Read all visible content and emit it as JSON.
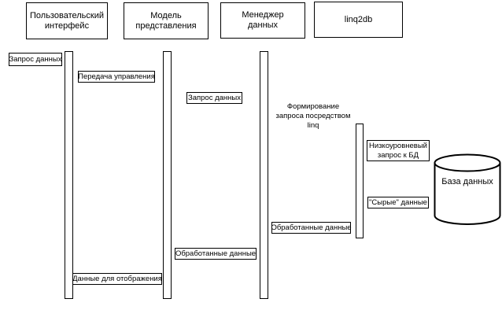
{
  "diagram": {
    "type": "uml-sequence-diagram",
    "background_color": "#ffffff",
    "stroke_color": "#000000",
    "shape_fill_color": "#ffffff",
    "actors": [
      {
        "label": "Пользовательский\nинтерфейс"
      },
      {
        "label": "Модель\nпредставления"
      },
      {
        "label": "Менеджер\nданных"
      },
      {
        "label": "linq2db"
      }
    ],
    "messages": [
      {
        "label": "Запрос данных"
      },
      {
        "label": "Передача управления"
      },
      {
        "label": "Запрос данных"
      },
      {
        "label": "Формирование\nзапроса посредством\nlinq"
      },
      {
        "label": "Низкоуровневый\nзапрос к БД"
      },
      {
        "label": "\"Сырые\" данные"
      },
      {
        "label": "Обработанные данные"
      },
      {
        "label": "Обработанные данные"
      },
      {
        "label": "Данные для отображения"
      }
    ],
    "database": {
      "label": "База данных"
    }
  }
}
